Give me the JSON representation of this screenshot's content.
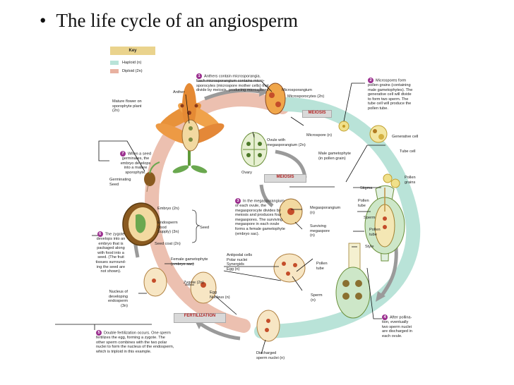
{
  "slide": {
    "bullet": "•",
    "title": "The life cycle of an angiosperm"
  },
  "key": {
    "title": "Key",
    "items": [
      {
        "label": "Haploid (n)",
        "color": "#b9e3d8"
      },
      {
        "label": "Diploid (2n)",
        "color": "#e8b1a0"
      }
    ]
  },
  "phases": {
    "meiosis_top": "MEIOSIS",
    "meiosis_mid": "MEIOSIS",
    "fertilization": "FERTILIZATION"
  },
  "steps": [
    {
      "num": "1",
      "text": [
        "Anthers contain microsporangia.",
        "Each microsporangium contains micro-",
        "sporocytes (microspore mother cells) that",
        "divide by meiosis, producing microspores."
      ]
    },
    {
      "num": "2",
      "text": [
        "Microspores form",
        "pollen grains (containing",
        "male gametophytes). The",
        "generative cell will divide",
        "to form two sperm. The",
        "tube cell will produce the",
        "pollen tube."
      ]
    },
    {
      "num": "3",
      "text": [
        "In the megasporangium",
        "of each ovule, the",
        "megasporocyte divides by",
        "meiosis and produces four",
        "megaspores. The surviving",
        "megaspore in each ovule",
        "forms a female gametophyte",
        "(embryo sac)."
      ]
    },
    {
      "num": "4",
      "text": [
        "After pollina-",
        "tion, eventually",
        "two sperm nuclei",
        "are discharged in",
        "each ovule."
      ]
    },
    {
      "num": "5",
      "text": [
        "Double fertilization occurs. One sperm",
        "fertilizes the egg, forming a zygote. The",
        "other sperm combines with the two polar",
        "nuclei to form the nucleus of the endosperm,",
        "which is triploid in this example."
      ]
    },
    {
      "num": "6",
      "text": [
        "The zygote",
        "develops into an",
        "embryo that is",
        "packaged along",
        "with food into a",
        "seed. (The fruit",
        "tissues surround-",
        "ing the seed are",
        "not shown)."
      ]
    },
    {
      "num": "7",
      "text": [
        "When a seed",
        "germinates, the",
        "embryo develops",
        "into a mature",
        "sporophyte."
      ]
    }
  ],
  "labels": {
    "anther": "Anther",
    "mature_flower": [
      "Mature flower on",
      "sporophyte plant",
      "(2n)"
    ],
    "microsporangium": "Microsporangium",
    "microsporocytes": "Microsporocytes (2n)",
    "microspore": "Microspore (n)",
    "generative_cell": "Generative cell",
    "tube_cell": "Tube cell",
    "ovule": [
      "Ovule with",
      "megasporangium (2n)"
    ],
    "male_gametophyte": [
      "Male gametophyte",
      "(in pollen grain)"
    ],
    "ovary": "Ovary",
    "pollen_grains": [
      "Pollen",
      "grains"
    ],
    "stigma": "Stigma",
    "pollen_tube_1": [
      "Pollen",
      "tube"
    ],
    "sperm_1": "Sperm",
    "pollen_tube_2": [
      "Pollen",
      "tube"
    ],
    "style": "Style",
    "germinating_seed": [
      "Germinating",
      "Seed"
    ],
    "embryo": "Embryo (2n)",
    "endosperm": [
      "Endosperm",
      "(food",
      "Supply) (3n)"
    ],
    "seed": "Seed",
    "seed_coat": "Seed coat (2n)",
    "megasporangium": [
      "Megasporangium",
      "(n)"
    ],
    "surviving_megaspore": [
      "Surviving",
      "megaspore",
      "(n)"
    ],
    "female_gametophyte": [
      "Female gametophyte",
      "(embryo sac)"
    ],
    "antipodal": [
      "Antipodal cells",
      "Polar nuclei",
      "Synergids",
      "Egg (n)"
    ],
    "pollen_tube_3": [
      "Pollen",
      "tube"
    ],
    "nucleus_endosperm": [
      "Nucleus of",
      "developing",
      "endosperm",
      "(3n)"
    ],
    "zygote": "Zygote (2n)",
    "egg_nucleus": [
      "Egg",
      "Nucleus (n)"
    ],
    "sperm_2": [
      "Sperm",
      "(n)"
    ],
    "discharged": [
      "Discharged",
      "sperm nuclei (n)"
    ]
  }
}
